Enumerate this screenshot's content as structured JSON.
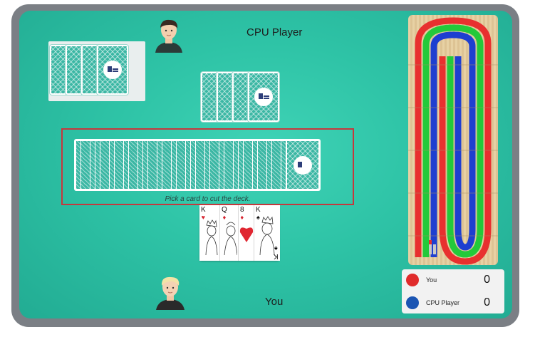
{
  "players": {
    "cpu": {
      "name": "CPU Player"
    },
    "user": {
      "name": "You"
    }
  },
  "deck": {
    "hint": "Pick a card to cut the deck."
  },
  "player_hand": [
    {
      "rank": "K",
      "suit": "♥",
      "color": "red"
    },
    {
      "rank": "Q",
      "suit": "♦",
      "color": "red"
    },
    {
      "rank": "8",
      "suit": "♦",
      "color": "red"
    },
    {
      "rank": "K",
      "suit": "♠",
      "color": "black"
    }
  ],
  "scoreboard": [
    {
      "name": "You",
      "score": "0",
      "color": "#e02b2b"
    },
    {
      "name": "CPU Player",
      "score": "0",
      "color": "#1b55b3"
    }
  ],
  "colors": {
    "table": "#2ec3a6",
    "frame": "#7b7f85",
    "track_red": "#e8302f",
    "track_green": "#23c93a",
    "track_blue": "#1e3fd0",
    "highlight_box": "#c6383d"
  }
}
